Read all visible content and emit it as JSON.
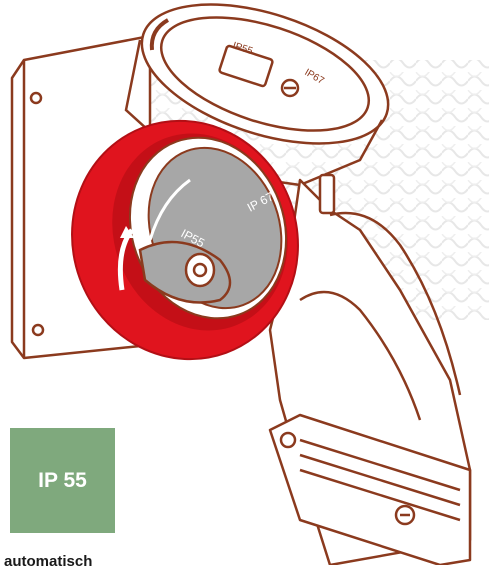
{
  "illustration": {
    "label_top_ip55": "IP55",
    "label_top_ip67": "IP67",
    "label_front_ip55": "IP55",
    "label_front_ip67": "IP 67",
    "colors": {
      "outline": "#8b3a1e",
      "housing_red": "#e0141e",
      "cover_grey": "#a7a7a7",
      "badge_green": "#7fa97d"
    }
  },
  "badge": {
    "label": "IP 55"
  },
  "caption": {
    "text": "automatisch"
  }
}
